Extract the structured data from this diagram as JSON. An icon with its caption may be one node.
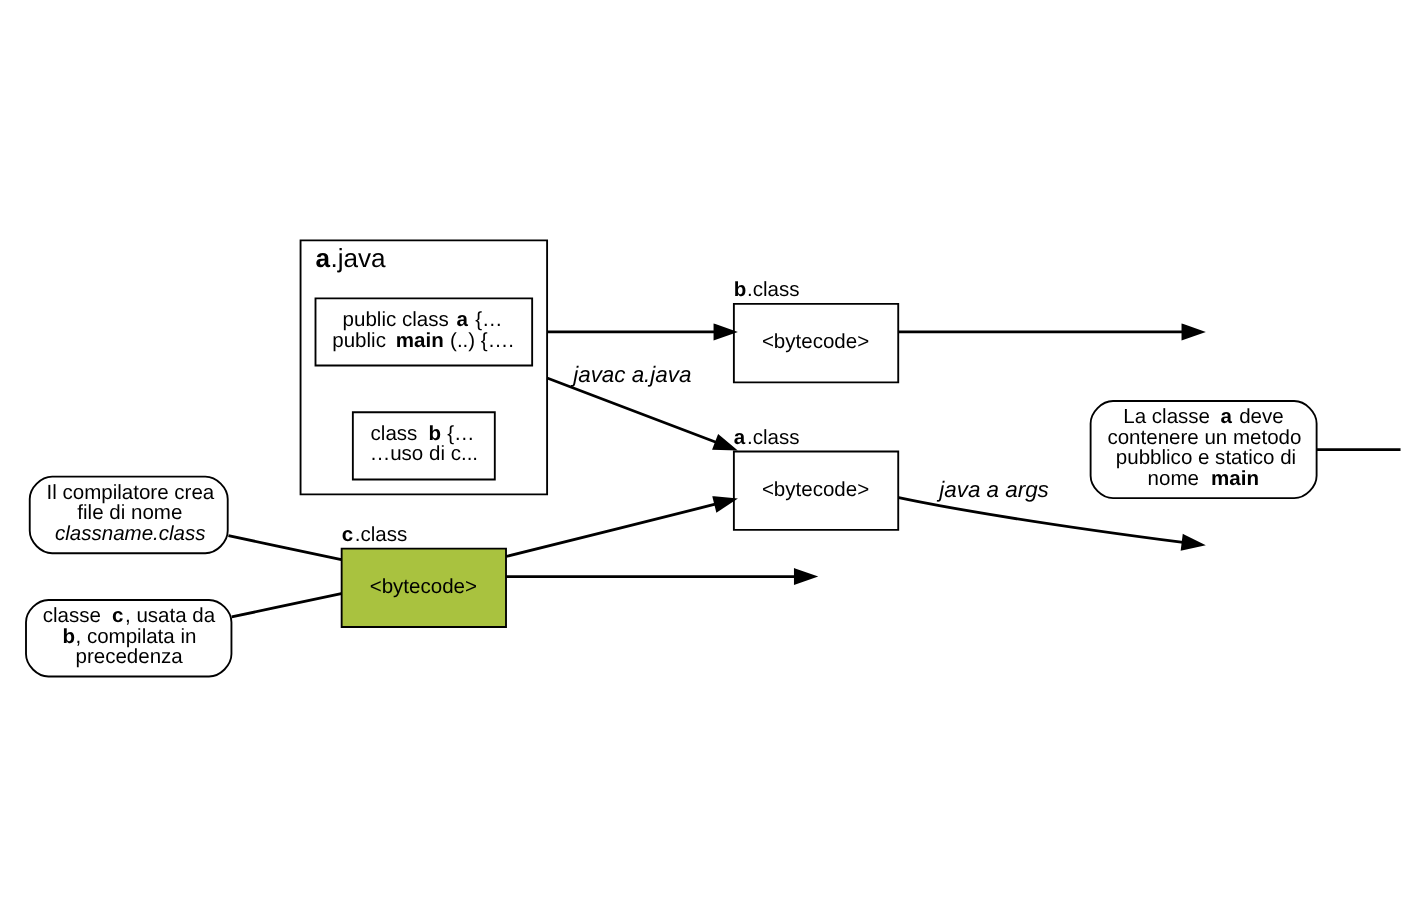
{
  "diagram": {
    "nodes": [
      {
        "text": [
          "**a**.java"
        ]
      },
      {
        "text": [
          "public class **a** {… public **main** (..) {…."
        ],
        "in": 0
      },
      {
        "text": [
          "class **b** {… …uso di c..."
        ],
        "in": 0
      },
      {
        "text": [
          "**a**.class",
          "<bytecode>"
        ]
      },
      {
        "text": [
          "**b**.class",
          "<bytecode>"
        ]
      },
      {
        "text": [
          "**c**.class",
          "<bytecode>"
        ]
      },
      {
        "text": [
          "La classe **a** deve contenere un metodo pubblico e statico di nome **main**"
        ]
      },
      {
        "text": [
          "Il compilatore crea file di nome *classname.class*"
        ]
      },
      {
        "text": [
          "classe **c**, usata da **b**, compilata in precedenza"
        ]
      }
    ],
    "edges": [
      {
        "from": 0,
        "to": 3,
        "arrow": "to",
        "label": "javac a.java"
      },
      {
        "from": 0,
        "to": 4,
        "arrow": "to"
      },
      {
        "from": 5,
        "to": 3,
        "arrow": "to"
      },
      {
        "from": 3,
        "to": null,
        "arrow": "to",
        "label": "java a args"
      },
      {
        "from": 4,
        "to": null,
        "arrow": "to"
      },
      {
        "from": 5,
        "to": null,
        "arrow": "to"
      },
      {
        "from": 6,
        "to": null,
        "arrow": "none"
      },
      {
        "from": 7,
        "to": 5,
        "arrow": "none"
      },
      {
        "from": 8,
        "to": 5,
        "arrow": "none"
      }
    ]
  }
}
